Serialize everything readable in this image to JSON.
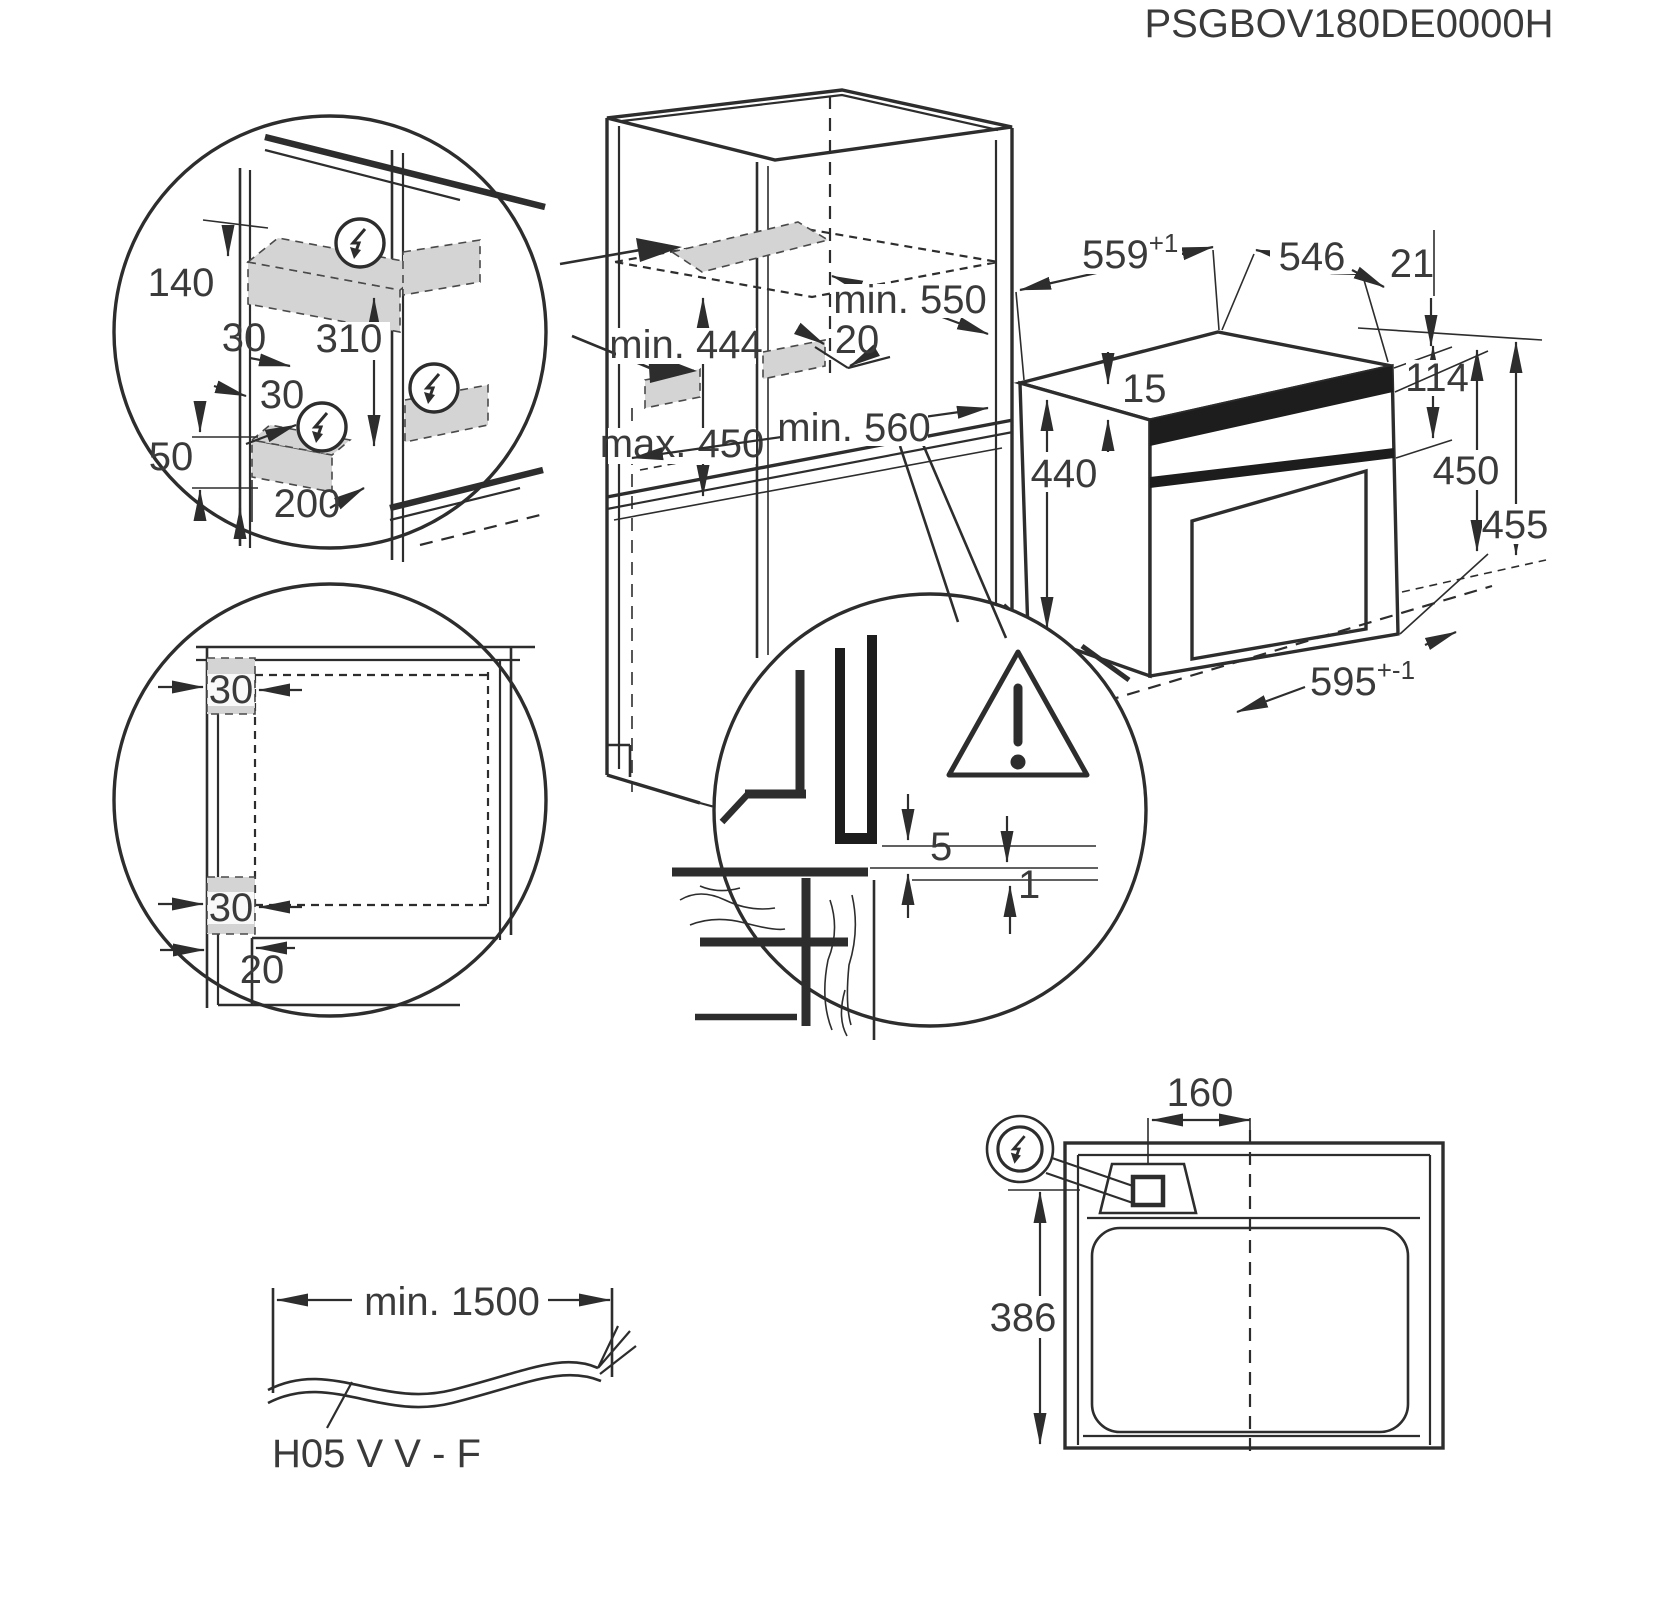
{
  "page": {
    "part_number": "PSGBOV180DE0000H"
  },
  "colors": {
    "line": "#2d2d2d",
    "text": "#3a3a3a",
    "shade_gray": "#d4d4d4",
    "panel_band": "#1d1d1d",
    "background": "#ffffff"
  },
  "icons": {
    "power": "lightning-bolt-icon",
    "warning": "warning-triangle-icon"
  },
  "detail_wall": {
    "dim_140": "140",
    "dim_30_upper": "30",
    "dim_310": "310",
    "dim_30_lower": "30",
    "dim_50": "50",
    "dim_200": "200"
  },
  "cabinet": {
    "dim_min550": "min. 550",
    "dim_20": "20",
    "dim_min444": "min. 444",
    "dim_max450": "max. 450",
    "dim_min560": "min. 560"
  },
  "oven": {
    "dim_559": "559",
    "dim_559_tol": "+1",
    "dim_546": "546",
    "dim_21": "21",
    "dim_15": "15",
    "dim_440": "440",
    "dim_114": "114",
    "dim_450": "450",
    "dim_455": "455",
    "dim_595": "595",
    "dim_595_tol": "+-1"
  },
  "detail_front": {
    "dim_30_top": "30",
    "dim_30_bottom": "30",
    "dim_20": "20"
  },
  "detail_gap": {
    "dim_5": "5",
    "dim_1": "1"
  },
  "cable": {
    "dim_min1500": "min. 1500",
    "label": "H05 V V - F"
  },
  "top_view": {
    "dim_160": "160",
    "dim_386": "386"
  }
}
